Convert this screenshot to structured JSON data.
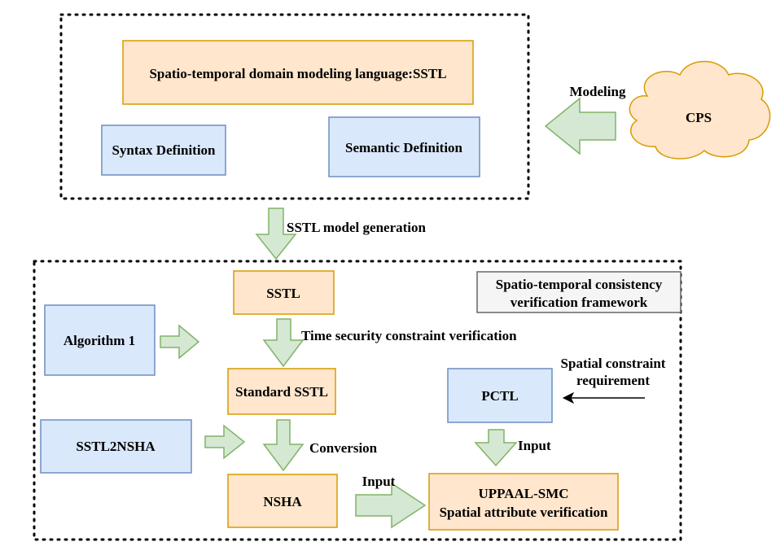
{
  "top_section": {
    "title_box": "Spatio-temporal domain modeling language:SSTL",
    "syntax_box": "Syntax Definition",
    "semantic_box": "Semantic Definition"
  },
  "cps": {
    "cloud_label": "CPS",
    "arrow_label": "Modeling"
  },
  "generation_arrow_label": "SSTL model generation",
  "bottom_section": {
    "framework_label_line1": "Spatio-temporal consistency",
    "framework_label_line2": "verification framework",
    "sstl_box": "SSTL",
    "time_arrow_label": "Time security constraint verification",
    "algorithm_box": "Algorithm 1",
    "standard_sstl_box": "Standard SSTL",
    "sstl2nsha_box": "SSTL2NSHA",
    "conversion_label": "Conversion",
    "nsha_box": "NSHA",
    "input_label_left": "Input",
    "uppaal_line1": "UPPAAL-SMC",
    "uppaal_line2": "Spatial attribute verification",
    "pctl_box": "PCTL",
    "input_label_right": "Input",
    "spatial_req_line1": "Spatial constraint",
    "spatial_req_line2": "requirement"
  },
  "colors": {
    "orange_fill": "#ffe6cc",
    "orange_stroke": "#d79b00",
    "blue_fill": "#dae8fc",
    "blue_stroke": "#6c8ebf",
    "green_fill": "#d5e8d4",
    "green_stroke": "#82b366",
    "gray_fill": "#f5f5f5",
    "gray_stroke": "#666666"
  }
}
